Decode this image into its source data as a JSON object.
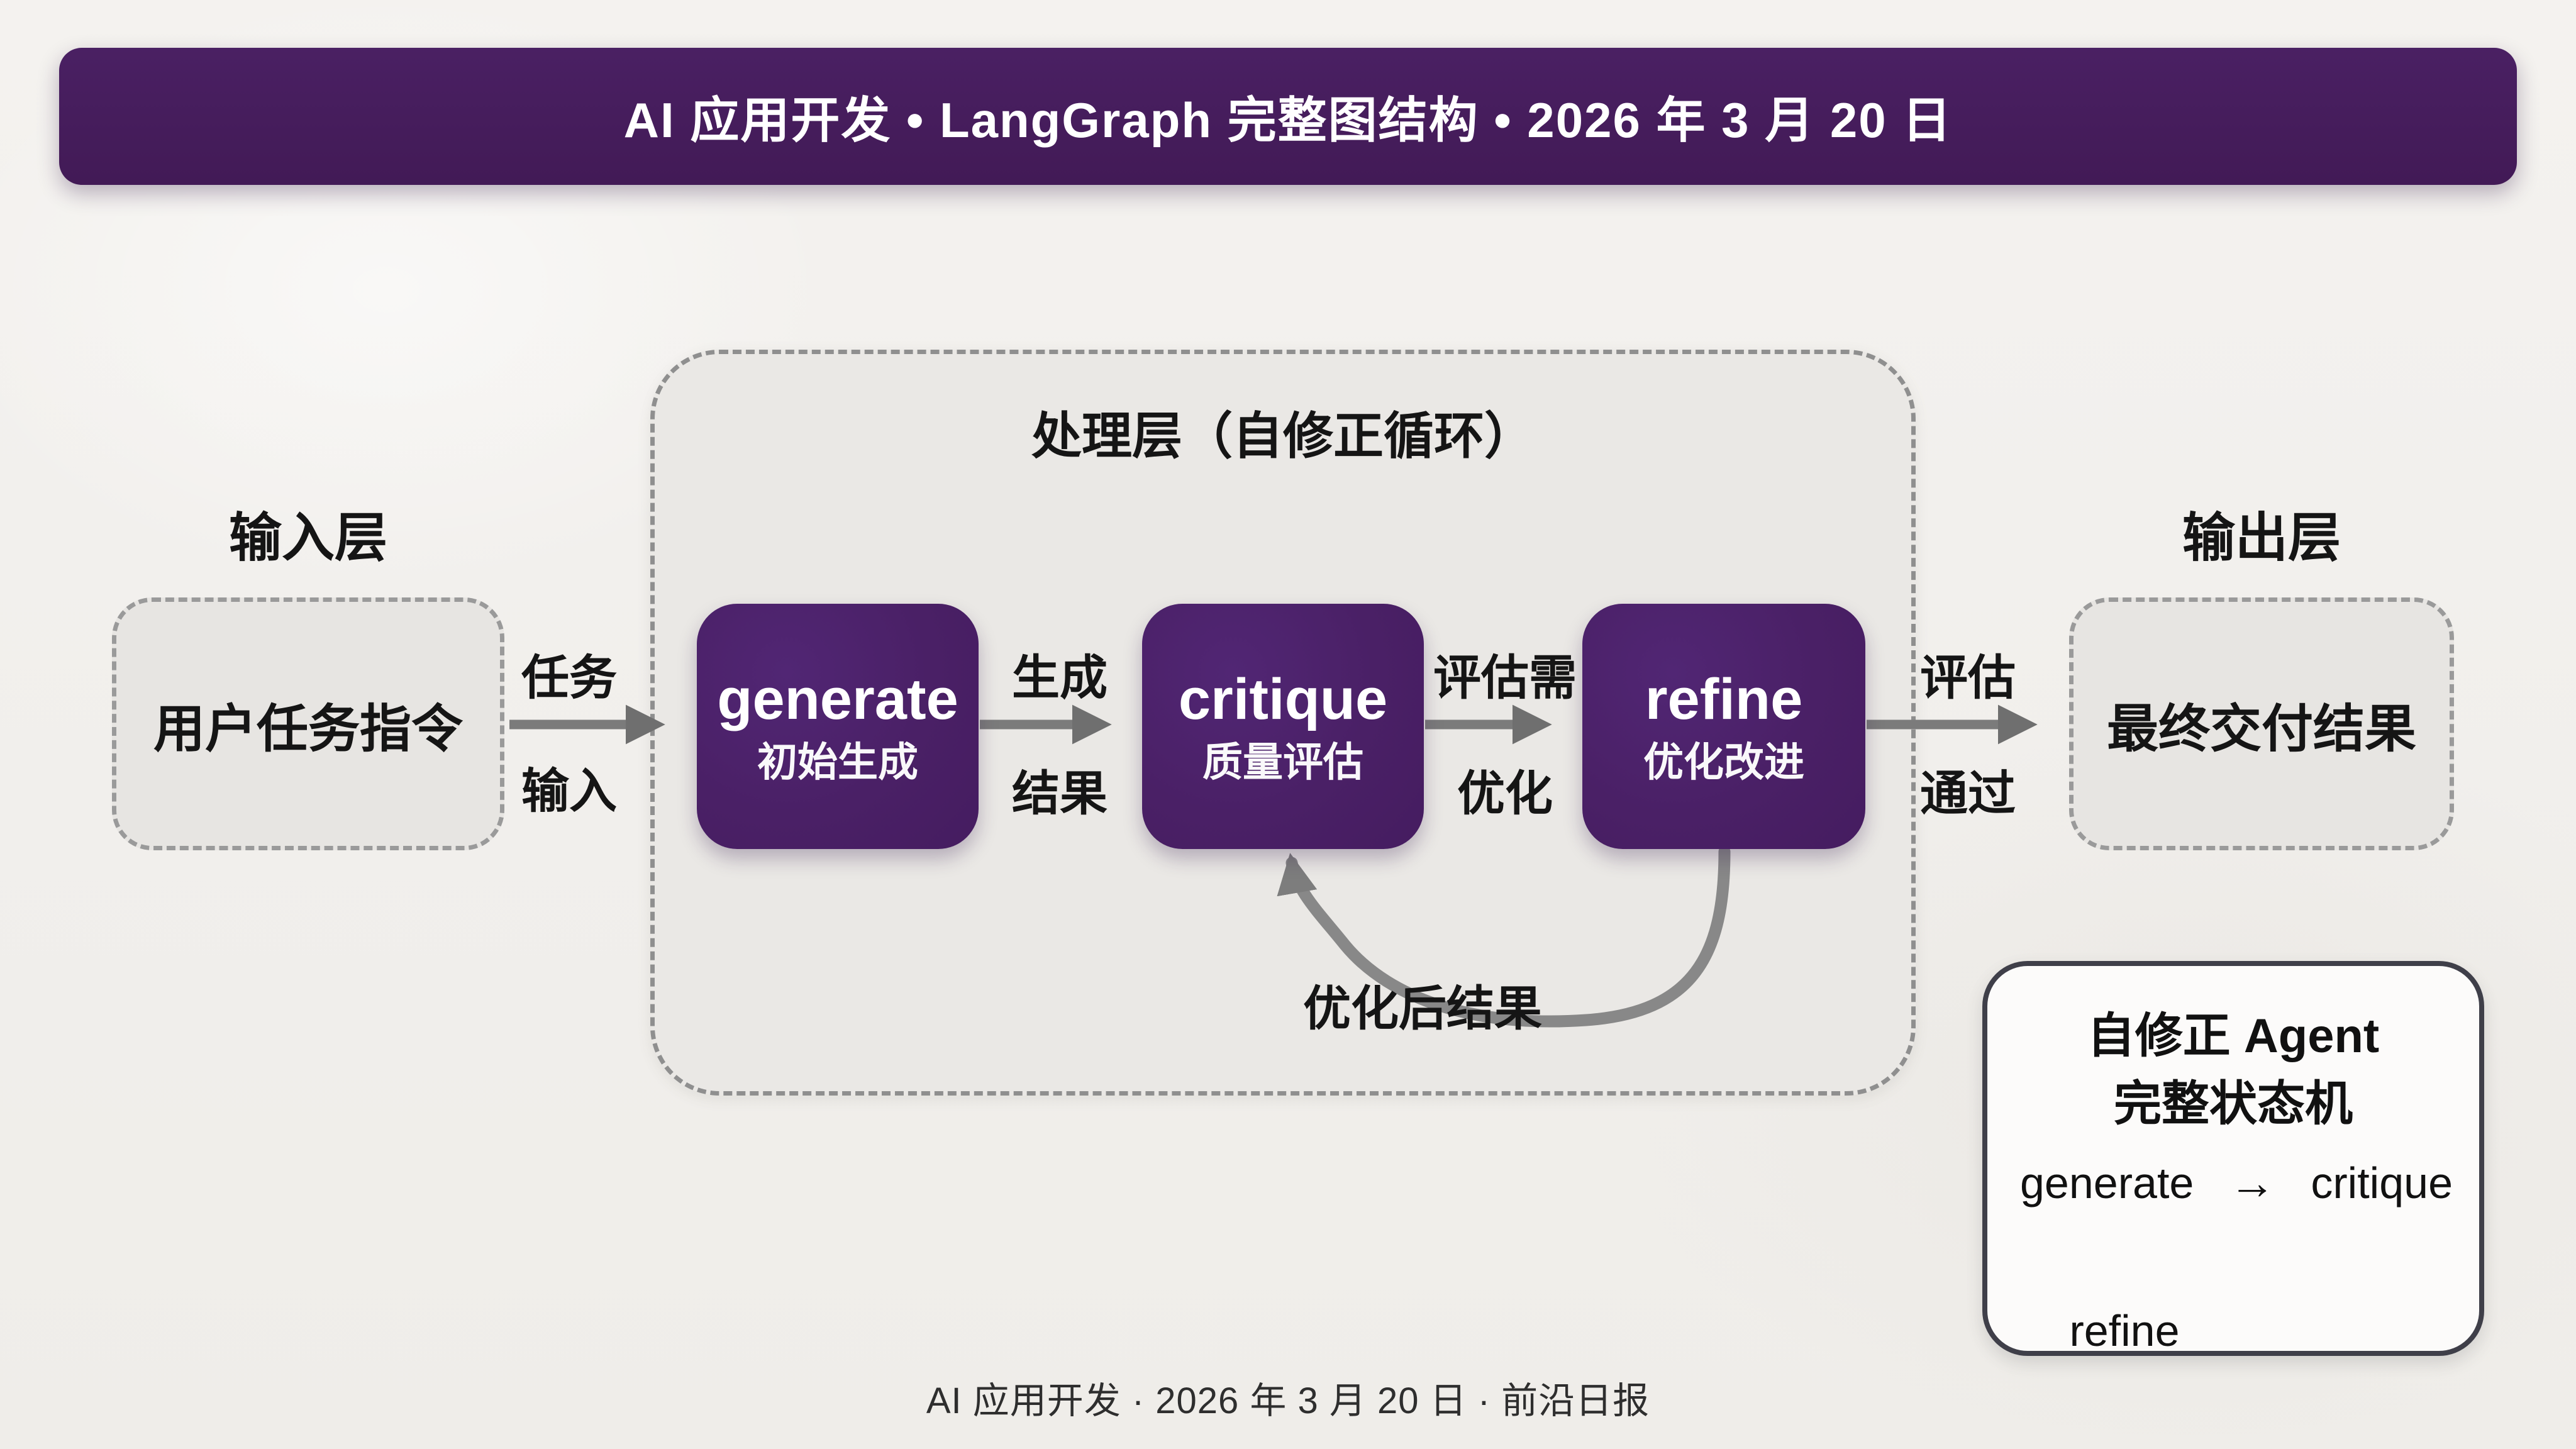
{
  "banner": {
    "title": "AI 应用开发 • LangGraph 完整图结构 • 2026 年 3 月 20 日"
  },
  "input_layer": {
    "label": "输入层",
    "node_label": "用户任务指令"
  },
  "processing_layer": {
    "title": "处理层（自修正循环）",
    "nodes": [
      {
        "name": "generate",
        "subtitle": "初始生成"
      },
      {
        "name": "critique",
        "subtitle": "质量评估"
      },
      {
        "name": "refine",
        "subtitle": "优化改进"
      }
    ],
    "loop_label": "优化后结果"
  },
  "output_layer": {
    "label": "输出层",
    "node_label": "最终交付结果"
  },
  "edges": [
    {
      "top": "任务",
      "bottom": "输入"
    },
    {
      "top": "生成",
      "bottom": "结果"
    },
    {
      "top": "评估需",
      "bottom": "优化"
    },
    {
      "top": "评估",
      "bottom": "通过"
    }
  ],
  "legend": {
    "title_line1": "自修正 Agent",
    "title_line2": "完整状态机",
    "state_generate": "generate",
    "state_critique": "critique",
    "state_refine": "refine",
    "arrow_icon": "→"
  },
  "footer": {
    "text": "AI 应用开发 · 2026 年 3 月 20 日 · 前沿日报"
  },
  "colors": {
    "banner_bg": "#451c5d",
    "node_bg": "#4a2066",
    "arrow_gray": "#7b7b7b",
    "container_bg": "#eae8e5",
    "dashed_box_bg": "#e7e5e2",
    "legend_border": "#3f3f49",
    "page_bg": "#f2f0ed",
    "text_dark": "#151515"
  }
}
